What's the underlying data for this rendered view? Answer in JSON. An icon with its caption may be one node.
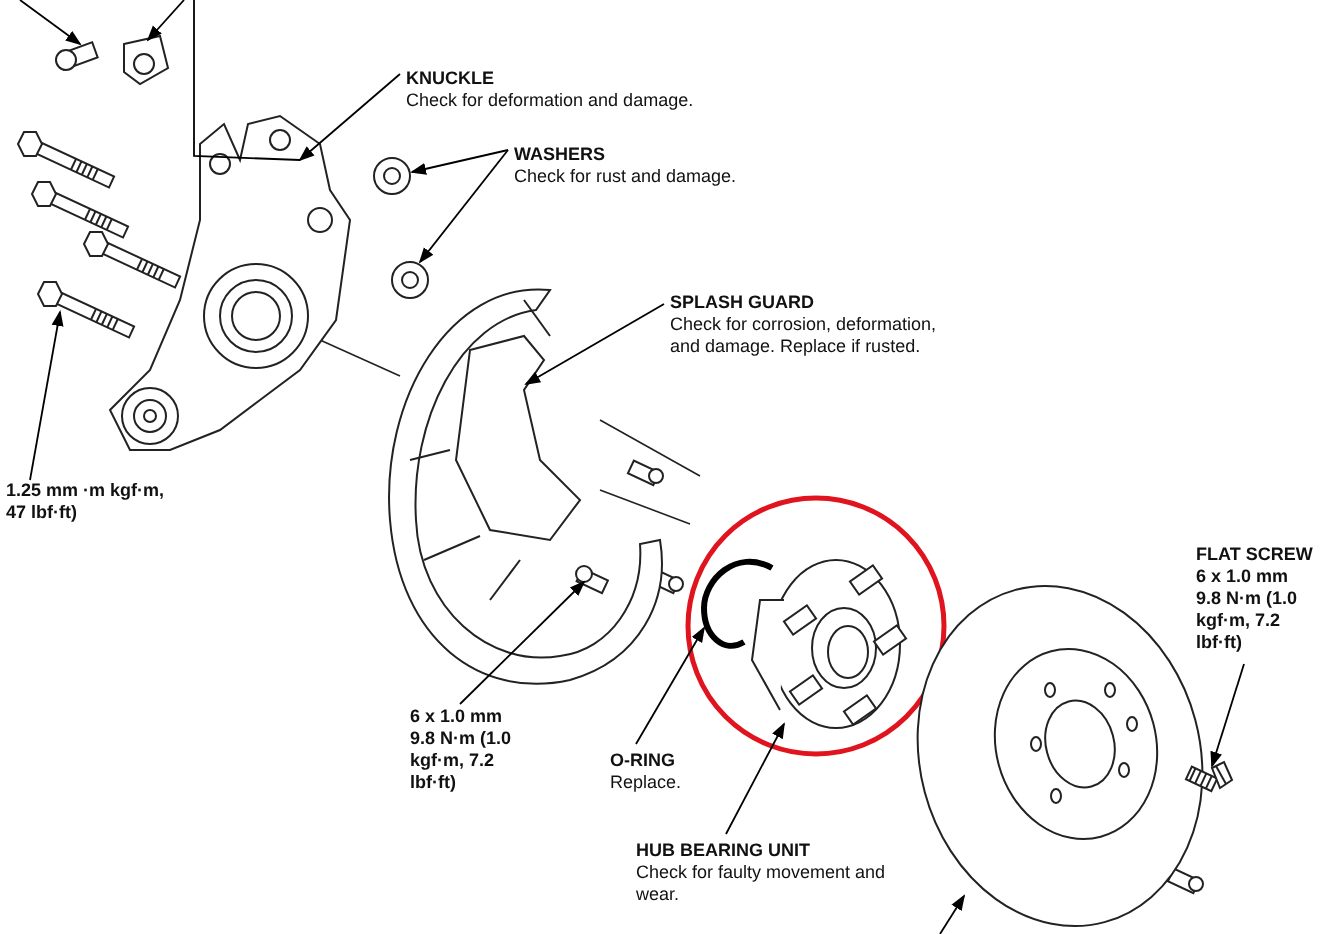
{
  "diagram": {
    "nodes": [
      {
        "text": [
          "KNUCKLE",
          "Check for deformation and damage."
        ]
      },
      {
        "text": [
          "WASHERS",
          "Check for rust and damage."
        ]
      },
      {
        "text": [
          "SPLASH GUARD",
          "Check for corrosion, deformation, and damage. Replace if rusted."
        ]
      },
      {
        "text": [
          "O-RING",
          "Replace."
        ]
      },
      {
        "text": [
          "HUB BEARING UNIT",
          "Check for faulty movement and wear."
        ]
      },
      {
        "text": [
          "FLAT SCREW",
          "6 x 1.0 mm 9.8 N·m (1.0 kgf·m, 7.2 lbf·ft)"
        ]
      },
      {
        "text": [
          "1.25 mm ·m kgf·m, 47 lbf·ft)"
        ]
      },
      {
        "text": [
          "6 x 1.0 mm 9.8 N·m (1.0 kgf·m, 7.2 lbf·ft)"
        ]
      },
      {
        "text": [],
        "shape": "picture"
      },
      {
        "text": [],
        "shape": "picture"
      },
      {
        "text": [],
        "shape": "picture"
      },
      {
        "text": [],
        "shape": "picture"
      },
      {
        "text": [],
        "shape": "picture"
      },
      {
        "text": [],
        "shape": "picture"
      },
      {
        "text": [],
        "shape": "picture"
      },
      {
        "text": [],
        "shape": "picture"
      },
      {
        "text": [],
        "shape": "picture"
      },
      {
        "text": [],
        "shape": "picture"
      },
      {
        "text": [],
        "shape": "picture"
      },
      {
        "text": [],
        "shape": "picture"
      }
    ],
    "edges": [
      {
        "from": 0,
        "to": 8,
        "arrow": "to"
      },
      {
        "from": 1,
        "to": 9,
        "arrow": "to"
      },
      {
        "from": 1,
        "to": 10,
        "arrow": "to"
      },
      {
        "from": 2,
        "to": 11,
        "arrow": "to"
      },
      {
        "from": 3,
        "to": 12,
        "arrow": "to"
      },
      {
        "from": 4,
        "to": 13,
        "arrow": "to"
      },
      {
        "from": 5,
        "to": 14,
        "arrow": "to"
      },
      {
        "from": 6,
        "to": 15,
        "arrow": "to"
      },
      {
        "from": 7,
        "to": 16,
        "arrow": "to"
      },
      {
        "from": null,
        "to": 17,
        "arrow": "to"
      },
      {
        "from": null,
        "to": 18,
        "arrow": "to"
      },
      {
        "from": null,
        "to": 19,
        "arrow": "to"
      },
      {
        "from": null,
        "to": 8,
        "arrow": "none"
      }
    ]
  }
}
